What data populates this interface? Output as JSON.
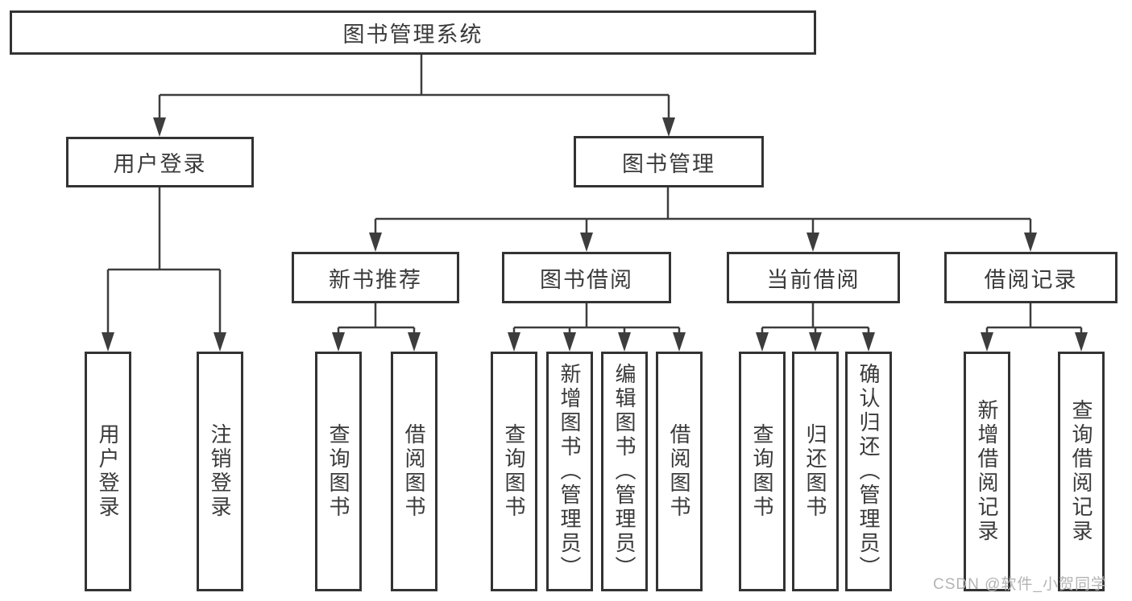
{
  "diagram": {
    "title": "图书管理系统",
    "user_login": {
      "label": "用户登录",
      "children": {
        "login": "用户登录",
        "logout": "注销登录"
      }
    },
    "book_mgmt": {
      "label": "图书管理",
      "new_book_rec": {
        "label": "新书推荐",
        "children": {
          "query_books": "查询图书",
          "borrow_books": "借阅图书"
        }
      },
      "book_borrow": {
        "label": "图书借阅",
        "children": {
          "query_books": "查询图书",
          "add_books": "新增图书（管理员）",
          "edit_books": "编辑图书（管理员）",
          "borrow_books": "借阅图书"
        }
      },
      "current_borrow": {
        "label": "当前借阅",
        "children": {
          "query_books": "查询图书",
          "return_books": "归还图书",
          "confirm_return": "确认归还（管理员）"
        }
      },
      "borrow_record": {
        "label": "借阅记录",
        "children": {
          "add_record": "新增借阅记录",
          "query_record": "查询借阅记录"
        }
      }
    }
  },
  "watermark": {
    "text": "CSDN @软件_小贺同学"
  },
  "colors": {
    "line": "#3d3d3d",
    "box_border": "#333333",
    "text": "#3a3a3a",
    "watermark": "#b4b4b4",
    "background": "#ffffff"
  }
}
